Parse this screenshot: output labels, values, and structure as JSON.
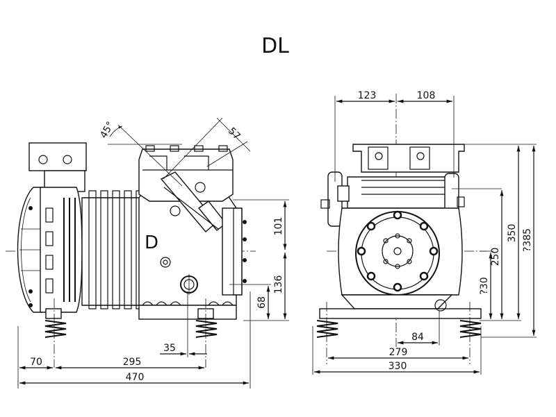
{
  "title": "DL",
  "side_view": {
    "marking": "D",
    "dims": {
      "angle": "45°",
      "d57": "57",
      "d101": "101",
      "d136": "136",
      "d68": "68",
      "d35": "35",
      "d70": "70",
      "d295": "295",
      "d470": "470"
    }
  },
  "front_view": {
    "dims": {
      "d123": "123",
      "d108": "108",
      "d350": "350",
      "d385": "?385",
      "d250": "250",
      "d230": "?30",
      "d84": "84",
      "d279": "279",
      "d330": "330"
    }
  }
}
